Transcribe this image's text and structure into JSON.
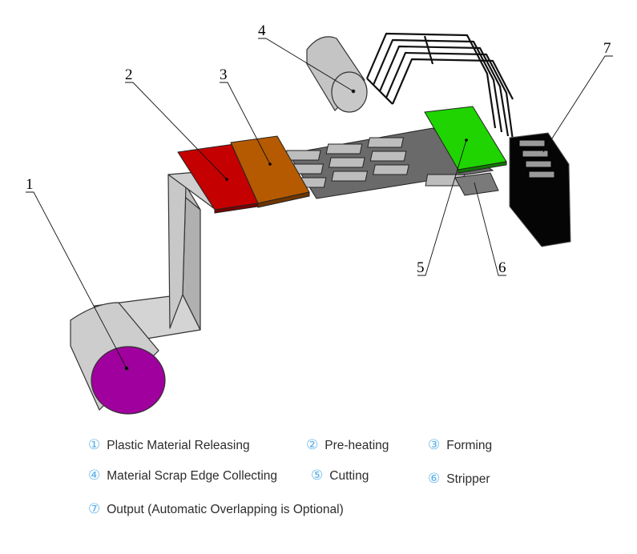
{
  "callouts": [
    "1",
    "2",
    "3",
    "4",
    "5",
    "6",
    "7"
  ],
  "legend": [
    {
      "mark": "①",
      "text": "Plastic Material Releasing"
    },
    {
      "mark": "②",
      "text": "Pre-heating"
    },
    {
      "mark": "③",
      "text": "Forming"
    },
    {
      "mark": "④",
      "text": "Material Scrap Edge Collecting"
    },
    {
      "mark": "⑤",
      "text": "Cutting"
    },
    {
      "mark": "⑥",
      "text": "Stripper"
    },
    {
      "mark": "⑦",
      "text": "Output (Automatic Overlapping is Optional)"
    }
  ],
  "colors": {
    "roll_end": "#a0009d",
    "roll_body": "#c8c8c8",
    "sheet": "#c4c4c4",
    "preheat": "#c40000",
    "forming": "#b55a00",
    "cutting": "#1fd400",
    "output_stack": "#000000",
    "legend_mark": "#5ab0e8"
  },
  "icons": [
    "roll-1-shape",
    "heater-shape",
    "former-shape",
    "scrap-roll-shape",
    "cutter-shape",
    "stripper-shape",
    "output-stack-shape"
  ]
}
